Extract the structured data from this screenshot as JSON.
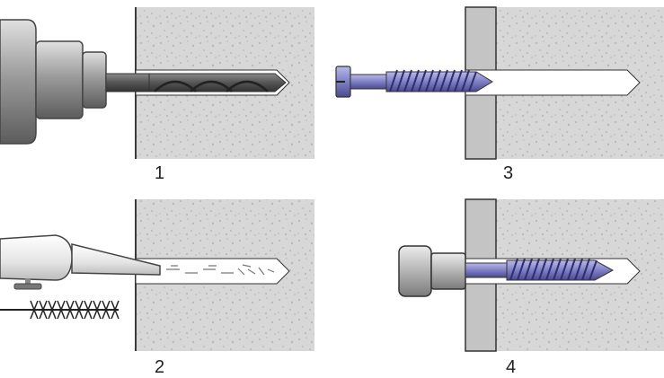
{
  "steps": [
    {
      "label": "1",
      "action": "drill"
    },
    {
      "label": "2",
      "action": "clean"
    },
    {
      "label": "3",
      "action": "insert"
    },
    {
      "label": "4",
      "action": "tighten"
    }
  ],
  "colors": {
    "concrete": "#d7d7d7",
    "concrete_speckle": "#b9b9b9",
    "wall_edge": "#3a3a3a",
    "plate": "#c4c4c4",
    "metal": "#9c9c9c",
    "metal_dark": "#6f6f6f",
    "drill_bit": "#555555",
    "screw": "#7f7fc6",
    "screw_dark": "#4a4a8c",
    "hole": "#ffffff",
    "blower": "#e8e8e8"
  },
  "icons": {
    "drill": "power-drill-icon",
    "blower": "blow-out-pump-icon",
    "brush": "wire-brush-icon",
    "screw": "screw-anchor-icon",
    "cap": "screw-cap-icon"
  }
}
